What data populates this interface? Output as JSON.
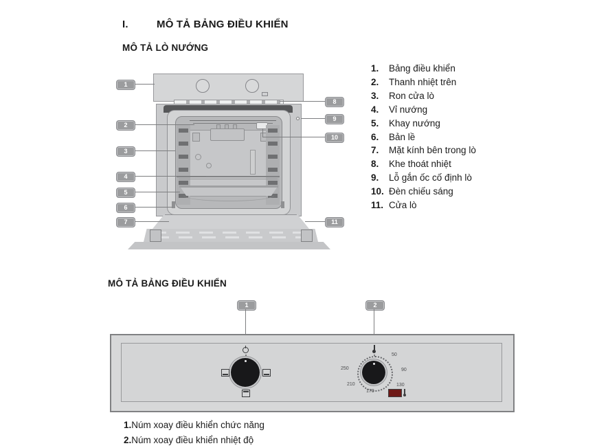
{
  "page": {
    "section_number": "I.",
    "section_title": "MÔ TẢ BẢNG ĐIỀU KHIỂN",
    "oven_section_title": "MÔ TẢ LÒ NƯỚNG",
    "panel_section_title": "MÔ TẢ BẢNG ĐIỀU KHIỂN"
  },
  "oven_legend": [
    {
      "num": "1.",
      "label": "Bảng điều khiển"
    },
    {
      "num": "2.",
      "label": "Thanh nhiệt trên"
    },
    {
      "num": "3.",
      "label": "Ron cửa lò"
    },
    {
      "num": "4.",
      "label": "Vỉ nướng"
    },
    {
      "num": "5.",
      "label": "Khay nướng"
    },
    {
      "num": "6.",
      "label": "Bản lề"
    },
    {
      "num": "7.",
      "label": "Mặt kính bên trong lò"
    },
    {
      "num": "8.",
      "label": "Khe thoát nhiệt"
    },
    {
      "num": "9.",
      "label": "Lỗ gắn ốc cố định lò"
    },
    {
      "num": "10.",
      "label": "Đèn chiếu sáng"
    },
    {
      "num": "11.",
      "label": "Cửa lò"
    }
  ],
  "oven_callouts": [
    "1",
    "2",
    "3",
    "4",
    "5",
    "6",
    "7",
    "8",
    "9",
    "10",
    "11"
  ],
  "panel_callouts": [
    "1",
    "2"
  ],
  "temp_knob": {
    "scale_labels": [
      "50",
      "90",
      "130",
      "170",
      "210",
      "250"
    ]
  },
  "icons": {
    "function_knob_top": "power-icon",
    "function_knob_left": "bottom-heat-icon",
    "function_knob_right": "bottom-heat-icon",
    "function_knob_bottom": "grill-icon",
    "temp_knob_top": "thermometer-icon",
    "temp_display_side": "thermometer-icon"
  },
  "panel_legend": [
    {
      "num": "1.",
      "label": "Núm xoay điều khiển chức năng"
    },
    {
      "num": "2.",
      "label": "Núm xoay điều khiển nhiệt độ"
    }
  ],
  "colors": {
    "badge_gray": "#9b9c9e",
    "knob_black": "#18181a",
    "indicator_red": "#6e1917",
    "diagram_gray": "#d4d5d6"
  }
}
